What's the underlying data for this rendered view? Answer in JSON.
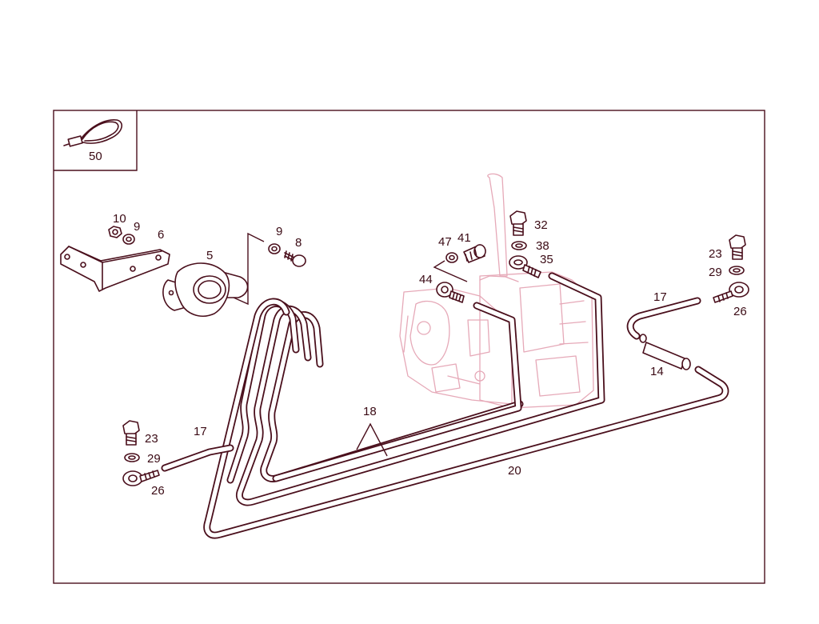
{
  "labels": {
    "inset": "50",
    "bracket": "6",
    "clip": "5",
    "nut_left": "10",
    "washer_left_top": "9",
    "washer_mid": "9",
    "screw_mid": "8",
    "banjo_bolt_top": "32",
    "seal_top": "38",
    "banjo_top": "35",
    "seal_47": "47",
    "bolt_41": "41",
    "fitting_44": "44",
    "bolt_right": "23",
    "seal_right": "29",
    "banjo_right": "26",
    "hose_right": "17",
    "hose_short": "14",
    "line_bundle": "18",
    "line_long": "20",
    "bolt_left": "23",
    "seal_left": "29",
    "banjo_left": "26",
    "hose_left": "17"
  },
  "colors": {
    "ink": "#4a0f1c",
    "ghost_transmission": "#e6a9b8",
    "background": "#ffffff"
  }
}
